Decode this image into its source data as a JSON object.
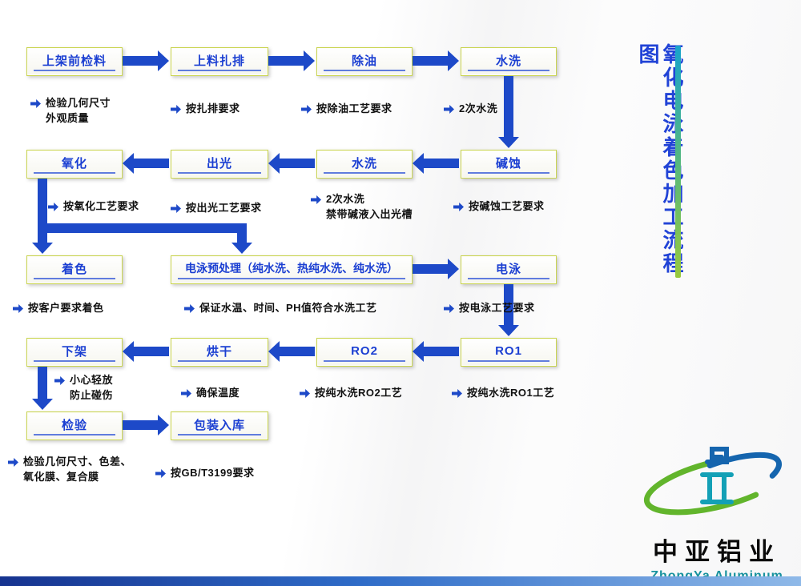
{
  "title": "氧化电泳着色加工流程图",
  "boxes": [
    {
      "label": "上架前检料"
    },
    {
      "label": "上料扎排"
    },
    {
      "label": "除油"
    },
    {
      "label": "水洗"
    },
    {
      "label": "氧化"
    },
    {
      "label": "出光"
    },
    {
      "label": "水洗"
    },
    {
      "label": "碱蚀"
    },
    {
      "label": "着色"
    },
    {
      "label": "电泳预处理（纯水洗、热纯水洗、纯水洗）"
    },
    {
      "label": "电泳"
    },
    {
      "label": "下架"
    },
    {
      "label": "烘干"
    },
    {
      "label": "RO2"
    },
    {
      "label": "RO1"
    },
    {
      "label": "检验"
    },
    {
      "label": "包装入库"
    }
  ],
  "notes": [
    {
      "text": "检验几何尺寸\n外观质量"
    },
    {
      "text": "按扎排要求"
    },
    {
      "text": "按除油工艺要求"
    },
    {
      "text": "2次水洗"
    },
    {
      "text": "按氧化工艺要求"
    },
    {
      "text": "按出光工艺要求"
    },
    {
      "text": "2次水洗\n禁带碱液入出光槽"
    },
    {
      "text": "按碱蚀工艺要求"
    },
    {
      "text": "按客户要求着色"
    },
    {
      "text": "保证水温、时间、PH值符合水洗工艺"
    },
    {
      "text": "按电泳工艺要求"
    },
    {
      "text": "小心轻放\n防止碰伤"
    },
    {
      "text": "确保温度"
    },
    {
      "text": "按纯水洗RO2工艺"
    },
    {
      "text": "按纯水洗RO1工艺"
    },
    {
      "text": "检验几何尺寸、色差、\n氧化膜、复合膜"
    },
    {
      "text": "按GB/T3199要求"
    }
  ],
  "logo": {
    "cn": "中亚铝业",
    "en": "ZhongYa Aluminum"
  },
  "colors": {
    "arrow_blue": "#1d49c8",
    "box_border_green": "#c9d44f",
    "box_text_blue": "#1b3fd2",
    "title_blue": "#2143d6",
    "accent_bar_top": "#18a3cc",
    "accent_bar_bottom": "#97c93d",
    "logo_green": "#62b52c",
    "logo_blue": "#1565ae",
    "logo_teal": "#17929e",
    "footer_bar_blue": "#2f6cc8"
  }
}
